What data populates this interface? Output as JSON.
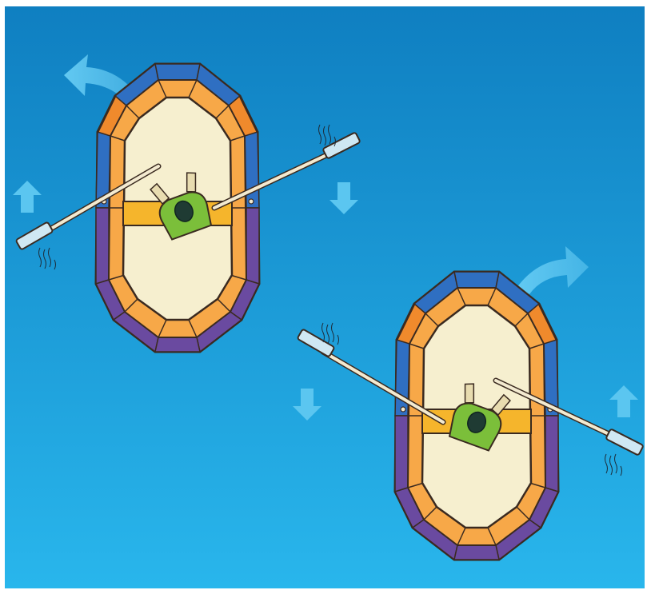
{
  "scene": {
    "subject": "rowing-turn-illustration",
    "colors": {
      "water_top": "#0f7fc1",
      "water_bottom": "#27b4ea",
      "boat_outline": "#3a2a20",
      "tube_orange": "#f08a2c",
      "tube_orange_light": "#f7a848",
      "tube_blue": "#2f6fc2",
      "tube_purple": "#6a4aa0",
      "floor": "#f6efcf",
      "seat": "#f5b52c",
      "oar": "#f3ead0",
      "blade": "#cfe8f3",
      "rower_shirt": "#7bbf3a",
      "rower_head": "#1f3b33",
      "rower_arms": "#e8dcb0",
      "arrow": "#5bc6f0"
    },
    "boats": [
      {
        "name": "boat-turning-left",
        "turn_direction": "left"
      },
      {
        "name": "boat-turning-right",
        "turn_direction": "right"
      }
    ],
    "icons": [
      "curved-turn-arrow",
      "up-arrow-icon",
      "down-arrow-icon",
      "splash-icon"
    ]
  }
}
